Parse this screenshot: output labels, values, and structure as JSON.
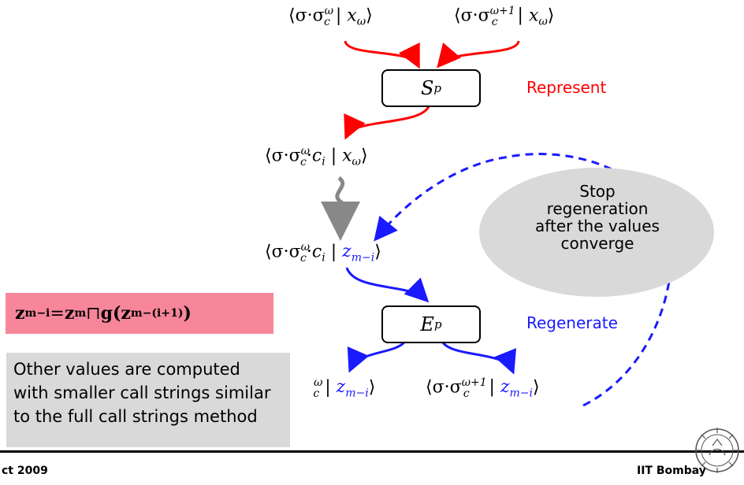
{
  "nodes": {
    "top_left": {
      "pre": "⟨σ·σ",
      "sub": "c",
      "sup": "ω",
      "mid": " | ",
      "var": "x",
      "var_sub": "ω",
      "post": "⟩"
    },
    "top_right": {
      "pre": "⟨σ·σ",
      "sub": "c",
      "sup": "ω+1",
      "mid": " | ",
      "var": "x",
      "var_sub": "ω",
      "post": "⟩"
    },
    "middle": {
      "pre": "⟨σ·σ",
      "sub": "c",
      "sup": "ω",
      "dot": "·",
      "ci": "c",
      "ci_sub": "i",
      "mid": " | ",
      "var": "x",
      "var_sub": "ω",
      "post": "⟩"
    },
    "lower": {
      "pre": "⟨σ·σ",
      "sub": "c",
      "sup": "ω",
      "dot": "·",
      "ci": "c",
      "ci_sub": "i",
      "mid": " | ",
      "var": "z",
      "var_sub": "m−i",
      "post": "⟩"
    },
    "bottom_left": {
      "partial_sup": "ω",
      "partial_sub": "c",
      "mid": " | ",
      "var": "z",
      "var_sub": "m−i",
      "post": "⟩"
    },
    "bottom_right": {
      "pre": "⟨σ·σ",
      "sub": "c",
      "sup": "ω+1",
      "mid": " | ",
      "var": "z",
      "var_sub": "m−i",
      "post": "⟩"
    }
  },
  "boxes": {
    "sp": {
      "main": "S",
      "sub": "p"
    },
    "ep": {
      "main": "E",
      "sub": "p"
    }
  },
  "labels": {
    "represent": "Represent",
    "regenerate": "Regenerate"
  },
  "note": {
    "line1": "Stop",
    "line2": "regeneration",
    "line3": "after the values",
    "line4": "converge"
  },
  "equation": {
    "lhs": "z",
    "lhs_sub": "m−i",
    "eq": " = ",
    "z": "z",
    "z_sub": "m",
    "meet": " ⊓ ",
    "g": "g(z",
    "g_sub": "m−(i+1)",
    "close": ")"
  },
  "info": {
    "line1": "Other values are computed",
    "line2": "with smaller call strings similar",
    "line3": "to the full call strings method"
  },
  "footer": {
    "left": "ct 2009",
    "right": "IIT Bombay"
  },
  "colors": {
    "represent": "#ff0000",
    "regenerate": "#1a1aff",
    "note_bg": "#d9d9d9",
    "equation_bg": "#f7869a",
    "squiggle": "#888888"
  }
}
